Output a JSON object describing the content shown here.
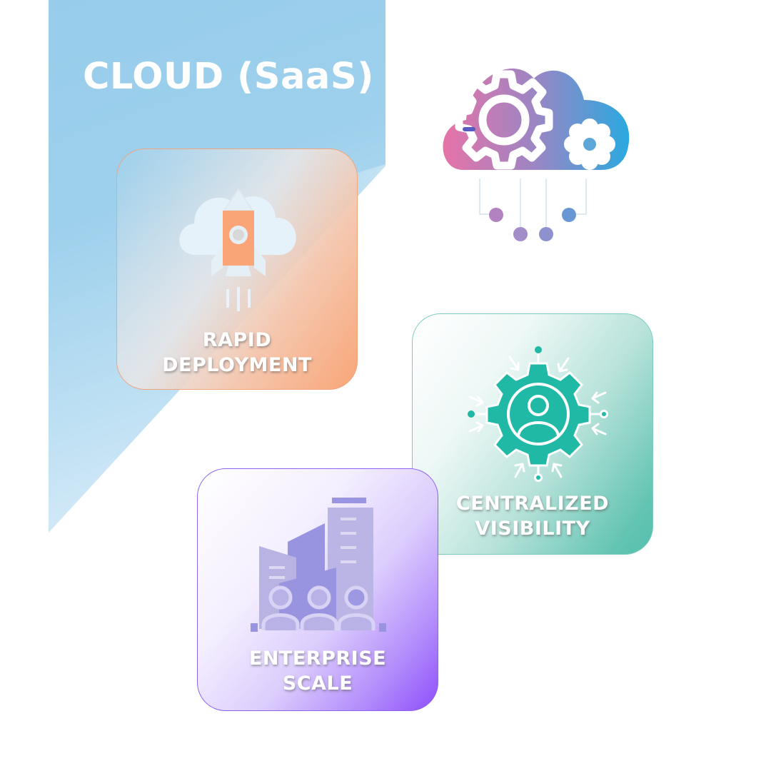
{
  "header": {
    "title": "CLOUD (SaaS)"
  },
  "hero_icon": {
    "name": "cloud-gears-icon",
    "gradient": [
      "#e673a8",
      "#9a86c4",
      "#2aa9e0"
    ],
    "node_color": "#9b8bc8"
  },
  "cards": [
    {
      "id": "rapid-deployment",
      "label_line1": "RAPID",
      "label_line2": "DEPLOYMENT",
      "icon": "rocket-cloud-icon",
      "accent": "#f9a577",
      "border": "#f0a57c"
    },
    {
      "id": "centralized-visibility",
      "label_line1": "CENTRALIZED",
      "label_line2": "VISIBILITY",
      "icon": "gear-user-icon",
      "accent": "#1fb9a6",
      "border": "#7ccdbd"
    },
    {
      "id": "enterprise-scale",
      "label_line1": "ENTERPRISE",
      "label_line2": "SCALE",
      "icon": "buildings-people-icon",
      "accent": "#8e4ffb",
      "border": "#8c62f0"
    }
  ],
  "colors": {
    "background": "#ffffff",
    "panel_blue": "#97cdeb",
    "title_text": "#ffffff"
  }
}
